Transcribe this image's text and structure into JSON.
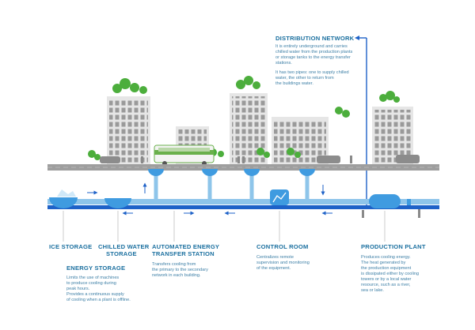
{
  "labels": {
    "distribution_network": "DISTRIBUTION NETWORK",
    "ice_storage": "ICE STORAGE",
    "chilled_water_line1": "CHILLED WATER",
    "chilled_water_line2": "STORAGE",
    "energy_storage": "ENERGY STORAGE",
    "transfer_station_line1": "AUTOMATED ENERGY",
    "transfer_station_line2": "TRANSFER STATION",
    "control_room": "CONTROL ROOM",
    "production_plant": "PRODUCTION PLANT"
  },
  "descriptions": {
    "distribution_network": [
      "It is entirely underground and carries",
      "chilled water from the production plants",
      "or storage tanks to the energy transfer",
      "stations.",
      "",
      "It has two pipes: one to supply chilled",
      "water, the other to return from",
      "the buildings water."
    ],
    "energy_storage": [
      "Limits the use of machines",
      "to produce cooling during",
      "peak hours.",
      "Provides a continuous supply",
      "of cooling when a plant is offline."
    ],
    "transfer_station": [
      "Transfers cooling from",
      "the primary to the secondary",
      "network in each building."
    ],
    "control_room": [
      "Centralizes remote",
      "supervision and monitoring",
      "of the equipment."
    ],
    "production_plant": [
      "Produces cooling energy.",
      "The heat generated by",
      "the production equipment",
      "is dissipated either by cooling",
      "towers or by a local water",
      "resource, such as a river,",
      "sea or lake."
    ]
  },
  "colors": {
    "pipe_supply": "#1e62c8",
    "pipe_light": "#8ec5ea",
    "text_label": "#1a6f9f",
    "text_desc": "#3d7fa6",
    "building": "#e6e6e6",
    "window": "#9a9a9a",
    "tree": "#4cae3c",
    "road": "#9e9e9e",
    "tank": "#3f9be0"
  }
}
